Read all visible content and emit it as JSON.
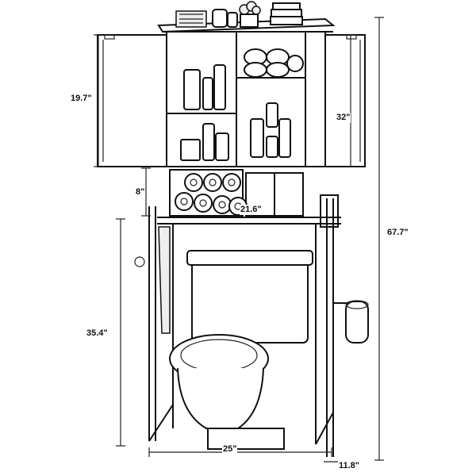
{
  "product": {
    "dimensions": {
      "cabinet_height": "19.7\"",
      "cabinet_side_height": "32\"",
      "open_shelf_gap": "8\"",
      "shelf_depth": "21.6\"",
      "total_height": "67.7\"",
      "leg_clearance": "35.4\"",
      "width": "25\"",
      "depth": "11.8\""
    },
    "icons": {
      "toilet": "toilet-icon",
      "toilet_paper": "toilet-paper-icon",
      "towel": "towel-icon",
      "bottle": "bottle-icon",
      "basket": "basket-icon",
      "plant": "plant-icon"
    }
  }
}
